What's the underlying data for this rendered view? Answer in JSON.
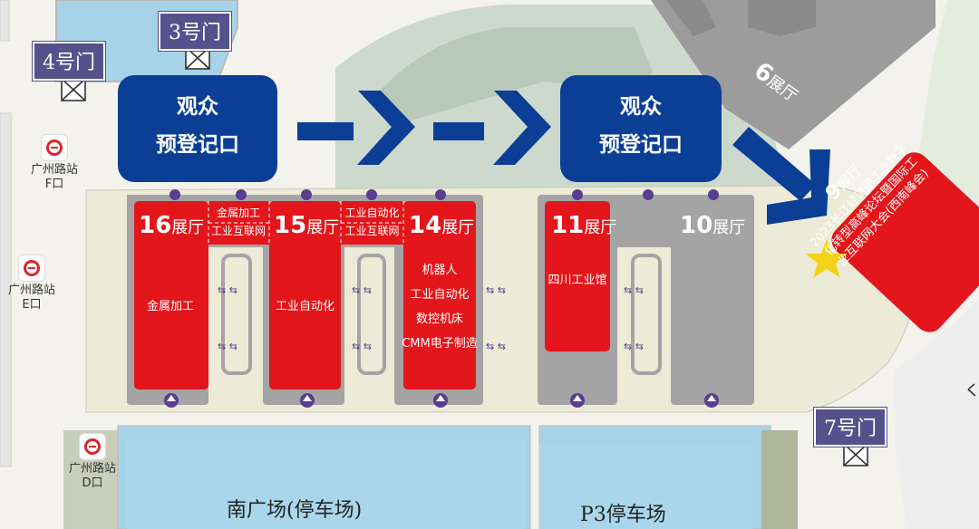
{
  "gates": {
    "gate3": "3号门",
    "gate4": "4号门",
    "gate7": "7号门"
  },
  "stations": {
    "f_name": "广州路站",
    "f_exit": "F口",
    "e_name": "广州路站",
    "e_exit": "E口",
    "d_name": "广州路站",
    "d_exit": "D口"
  },
  "registration": {
    "left_line1": "观众",
    "left_line2": "预登记口",
    "right_line1": "观众",
    "right_line2": "预登记口"
  },
  "halls": {
    "h16": {
      "num": "16",
      "suffix": "展厅",
      "items": [
        "金属加工"
      ]
    },
    "h15": {
      "num": "15",
      "suffix": "展厅",
      "items": [
        "工业自动化"
      ]
    },
    "h14": {
      "num": "14",
      "suffix": "展厅",
      "items": [
        "机器人",
        "工业自动化",
        "数控机床",
        "CMM电子制造"
      ]
    },
    "h11": {
      "num": "11",
      "suffix": "展厅",
      "items": [
        "四川工业馆"
      ]
    },
    "h10": {
      "num": "10",
      "suffix": "展厅"
    },
    "h9": {
      "num": "9",
      "suffix": "展厅",
      "lines": [
        "2023长江经济带工业数字",
        "化转型高峰论坛暨国际工",
        "业互联网大会(西南峰会)"
      ]
    },
    "h6": {
      "num": "6",
      "suffix": "展厅"
    }
  },
  "connectors": {
    "c1_line1": "金属加工",
    "c1_line2": "工业互联网",
    "c2_line1": "工业自动化",
    "c2_line2": "工业互联网"
  },
  "areas": {
    "south_square": "南广场(停车场)",
    "p3": "P3停车场"
  },
  "colors": {
    "hall_red": "#e3161b",
    "hall_gray": "#a7a7a7",
    "registration_blue": "#0b3f96",
    "gate_purple": "#54528c",
    "water": "#a6d3e7",
    "green": "#cbd8cc"
  },
  "icons": {
    "star": "star-icon",
    "metro": "metro-icon",
    "gate_cross": "gate-cross-icon",
    "entrance": "entrance-arrow-icon",
    "flow_arrow": "flow-arrow-icon"
  }
}
